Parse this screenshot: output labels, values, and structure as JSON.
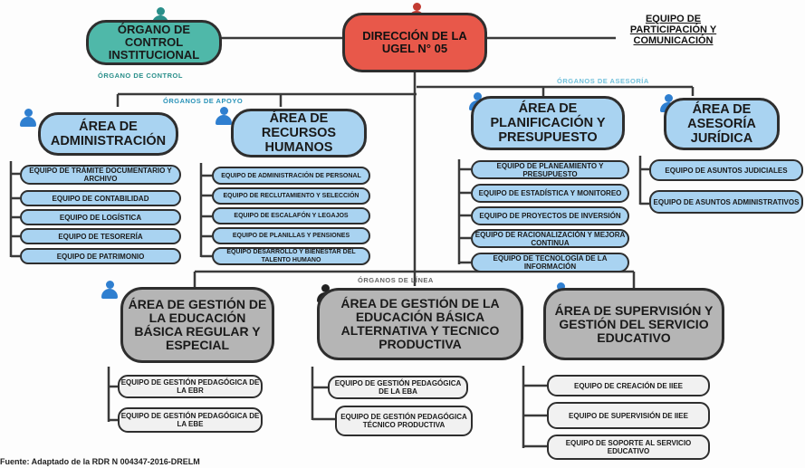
{
  "colors": {
    "direction": "#e8584a",
    "control": "#4fb8a9",
    "support": "#a9d3f1",
    "line_units": "#b5b5b5",
    "section_text": "#2a93b8",
    "person_icon": "#2f7fd0"
  },
  "top": {
    "direction": "DIRECCIÓN DE LA UGEL N° 05",
    "control": "ÓRGANO DE CONTROL INSTITUCIONAL",
    "control_caption": "ÓRGANO DE CONTROL",
    "team": "EQUIPO DE PARTICIPACIÓN Y COMUNICACIÓN"
  },
  "sections": {
    "apoyo": "ÓRGANOS DE APOYO",
    "asesoria": "ÓRGANOS DE ASESORÍA",
    "linea": "ÓRGANOS DE LÍNEA"
  },
  "areas": {
    "admin": {
      "title": "ÁREA DE ADMINISTRACIÓN",
      "teams": [
        "EQUIPO DE TRÁMITE DOCUMENTARIO Y ARCHIVO",
        "EQUIPO DE CONTABILIDAD",
        "EQUIPO DE LOGÍSTICA",
        "EQUIPO DE TESORERÍA",
        "EQUIPO DE PATRIMONIO"
      ]
    },
    "rrhh": {
      "title": "ÁREA DE RECURSOS HUMANOS",
      "teams": [
        "EQUIPO DE ADMINISTRACIÓN DE PERSONAL",
        "EQUIPO DE RECLUTAMIENTO Y SELECCIÓN",
        "EQUIPO DE ESCALAFÓN Y LEGAJOS",
        "EQUIPO DE PLANILLAS Y PENSIONES",
        "EQUIPO DESARROLLO Y BIENESTAR DEL TALENTO HUMANO"
      ]
    },
    "plan": {
      "title": "ÁREA DE PLANIFICACIÓN Y PRESUPUESTO",
      "teams": [
        "EQUIPO DE PLANEAMIENTO Y PRESUPUESTO",
        "EQUIPO DE ESTADÍSTICA Y MONITOREO",
        "EQUIPO DE PROYECTOS DE INVERSIÓN",
        "EQUIPO DE RACIONALIZACIÓN Y MEJORA CONTINUA",
        "EQUIPO DE TECNOLOGÍA DE LA INFORMACIÓN"
      ]
    },
    "juridica": {
      "title": "ÁREA DE ASESORÍA JURÍDICA",
      "teams": [
        "EQUIPO DE ASUNTOS JUDICIALES",
        "EQUIPO DE ASUNTOS ADMINISTRATIVOS"
      ]
    },
    "ebr": {
      "title": "ÁREA DE GESTIÓN DE LA EDUCACIÓN BÁSICA REGULAR Y ESPECIAL",
      "teams": [
        "EQUIPO DE GESTIÓN PEDAGÓGICA DE LA EBR",
        "EQUIPO DE GESTIÓN PEDAGÓGICA DE LA EBE"
      ]
    },
    "eba": {
      "title": "ÁREA DE GESTIÓN DE LA EDUCACIÓN BÁSICA ALTERNATIVA Y TECNICO PRODUCTIVA",
      "teams": [
        "EQUIPO DE GESTIÓN PEDAGÓGICA DE LA EBA",
        "EQUIPO DE GESTIÓN PEDAGÓGICA TÉCNICO PRODUCTIVA"
      ]
    },
    "sup": {
      "title": "ÁREA DE SUPERVISIÓN Y GESTIÓN DEL SERVICIO EDUCATIVO",
      "teams": [
        "EQUIPO DE CREACIÓN DE IIEE",
        "EQUIPO DE SUPERVISIÓN DE IIEE",
        "EQUIPO DE SOPORTE AL SERVICIO EDUCATIVO"
      ]
    }
  },
  "footer": "Fuente: Adaptado de la RDR N 004347-2016-DRELM"
}
